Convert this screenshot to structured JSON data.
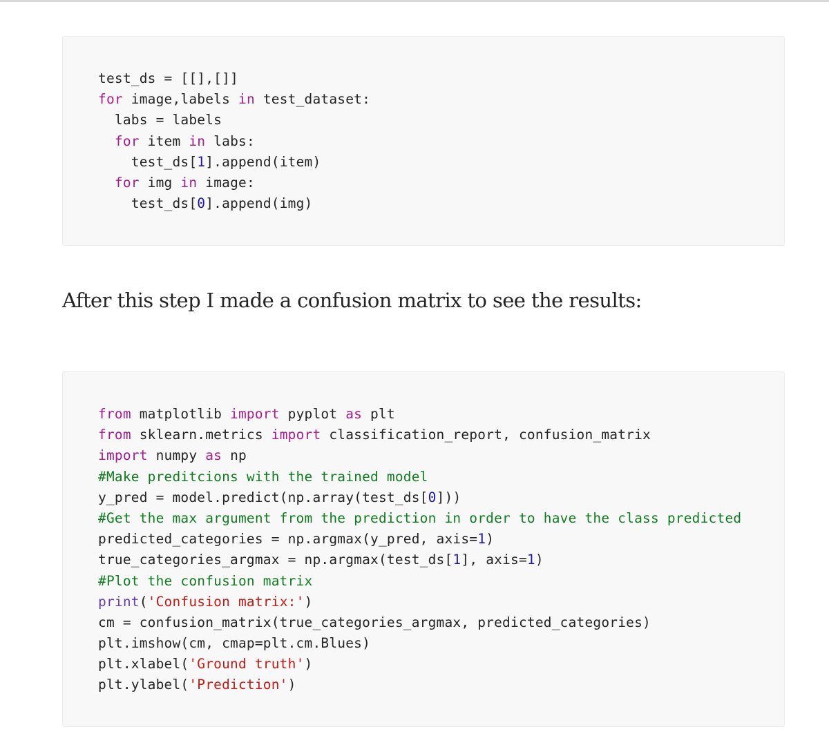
{
  "code_block_1": {
    "lines": [
      [
        {
          "t": "test_ds = [[],[]]",
          "c": ""
        }
      ],
      [
        {
          "t": "for",
          "c": "kw"
        },
        {
          "t": " image,labels ",
          "c": ""
        },
        {
          "t": "in",
          "c": "kw"
        },
        {
          "t": " test_dataset:",
          "c": ""
        }
      ],
      [
        {
          "t": "  labs = labels",
          "c": ""
        }
      ],
      [
        {
          "t": "  ",
          "c": ""
        },
        {
          "t": "for",
          "c": "kw"
        },
        {
          "t": " item ",
          "c": ""
        },
        {
          "t": "in",
          "c": "kw"
        },
        {
          "t": " labs:",
          "c": ""
        }
      ],
      [
        {
          "t": "    test_ds[",
          "c": ""
        },
        {
          "t": "1",
          "c": "num"
        },
        {
          "t": "].append(item)",
          "c": ""
        }
      ],
      [
        {
          "t": "  ",
          "c": ""
        },
        {
          "t": "for",
          "c": "kw"
        },
        {
          "t": " img ",
          "c": ""
        },
        {
          "t": "in",
          "c": "kw"
        },
        {
          "t": " image:",
          "c": ""
        }
      ],
      [
        {
          "t": "    test_ds[",
          "c": ""
        },
        {
          "t": "0",
          "c": "num"
        },
        {
          "t": "].append(img)",
          "c": ""
        }
      ]
    ]
  },
  "paragraph": {
    "text": "After this step I made a confusion matrix to see the results:"
  },
  "code_block_2": {
    "lines": [
      [
        {
          "t": "from",
          "c": "kw"
        },
        {
          "t": " matplotlib ",
          "c": ""
        },
        {
          "t": "import",
          "c": "kw"
        },
        {
          "t": " pyplot ",
          "c": ""
        },
        {
          "t": "as",
          "c": "kw"
        },
        {
          "t": " plt",
          "c": ""
        }
      ],
      [
        {
          "t": "from",
          "c": "kw"
        },
        {
          "t": " sklearn.metrics ",
          "c": ""
        },
        {
          "t": "import",
          "c": "kw"
        },
        {
          "t": " classification_report, confusion_matrix",
          "c": ""
        }
      ],
      [
        {
          "t": "import",
          "c": "kw"
        },
        {
          "t": " numpy ",
          "c": ""
        },
        {
          "t": "as",
          "c": "kw"
        },
        {
          "t": " np",
          "c": ""
        }
      ],
      [
        {
          "t": "#Make preditcions with the trained model",
          "c": "cm"
        }
      ],
      [
        {
          "t": "y_pred = model.predict(np.array(test_ds[",
          "c": ""
        },
        {
          "t": "0",
          "c": "num"
        },
        {
          "t": "]))",
          "c": ""
        }
      ],
      [
        {
          "t": "#Get the max argument from the prediction in order to have the class predicted",
          "c": "cm"
        }
      ],
      [
        {
          "t": "predicted_categories = np.argmax(y_pred, axis=",
          "c": ""
        },
        {
          "t": "1",
          "c": "num"
        },
        {
          "t": ")",
          "c": ""
        }
      ],
      [
        {
          "t": "true_categories_argmax = np.argmax(test_ds[",
          "c": ""
        },
        {
          "t": "1",
          "c": "num"
        },
        {
          "t": "], axis=",
          "c": ""
        },
        {
          "t": "1",
          "c": "num"
        },
        {
          "t": ")",
          "c": ""
        }
      ],
      [
        {
          "t": "#Plot the confusion matrix",
          "c": "cm"
        }
      ],
      [
        {
          "t": "print",
          "c": "bi"
        },
        {
          "t": "(",
          "c": ""
        },
        {
          "t": "'Confusion matrix:'",
          "c": "str"
        },
        {
          "t": ")",
          "c": ""
        }
      ],
      [
        {
          "t": "cm = confusion_matrix(true_categories_argmax, predicted_categories)",
          "c": ""
        }
      ],
      [
        {
          "t": "plt.imshow(cm, cmap=plt.cm.Blues)",
          "c": ""
        }
      ],
      [
        {
          "t": "plt.xlabel(",
          "c": ""
        },
        {
          "t": "'Ground truth'",
          "c": "str"
        },
        {
          "t": ")",
          "c": ""
        }
      ],
      [
        {
          "t": "plt.ylabel(",
          "c": ""
        },
        {
          "t": "'Prediction'",
          "c": "str"
        },
        {
          "t": ")",
          "c": ""
        }
      ]
    ]
  },
  "colors": {
    "keyword": "#a71d8e",
    "builtin": "#6a3da6",
    "number": "#1c15b5",
    "comment": "#117c1f",
    "string": "#c41a16",
    "text": "#242424",
    "code_background": "#f8f8f8"
  }
}
